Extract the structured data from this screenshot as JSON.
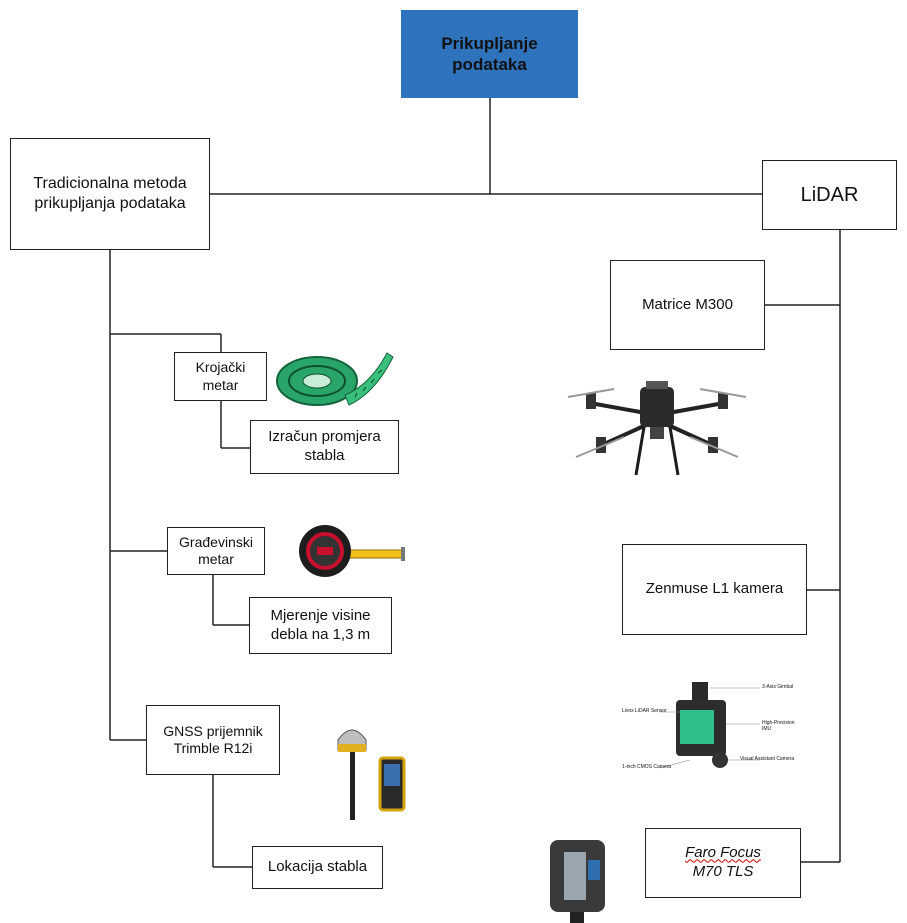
{
  "root": {
    "line1": "Prikupljanje",
    "line2": "podataka"
  },
  "traditional": {
    "line1": "Tradicionalna metoda",
    "line2": "prikupljanja podataka"
  },
  "lidar": {
    "label": "LiDAR"
  },
  "tools": [
    {
      "line1": "Krojački",
      "line2": "metar",
      "sub1": "Izračun promjera",
      "sub2": "stabla",
      "icon": "measuring-tape-icon"
    },
    {
      "line1": "Građevinski",
      "line2": "metar",
      "sub1": "Mjerenje visine",
      "sub2": "debla na 1,3 m",
      "icon": "tape-measure-icon"
    },
    {
      "line1": "GNSS prijemnik",
      "line2": "Trimble R12i",
      "sub1": "Lokacija stabla",
      "icon": "gnss-receiver-icon"
    }
  ],
  "lidar_items": [
    {
      "label": "Matrice M300",
      "icon": "drone-icon"
    },
    {
      "label": "Zenmuse L1 kamera",
      "icon": "lidar-camera-icon"
    },
    {
      "line1": "Faro Focus",
      "line2": "M70 TLS",
      "icon": "laser-scanner-icon"
    }
  ],
  "camera_callouts": [
    "3-Axis Gimbal",
    "Livox LiDAR Sensor",
    "High-Precision IMU",
    "1-inch CMOS Camera",
    "Visual Assistant Camera"
  ],
  "colors": {
    "root_fill": "#2f73bd",
    "lines": "#222222"
  }
}
